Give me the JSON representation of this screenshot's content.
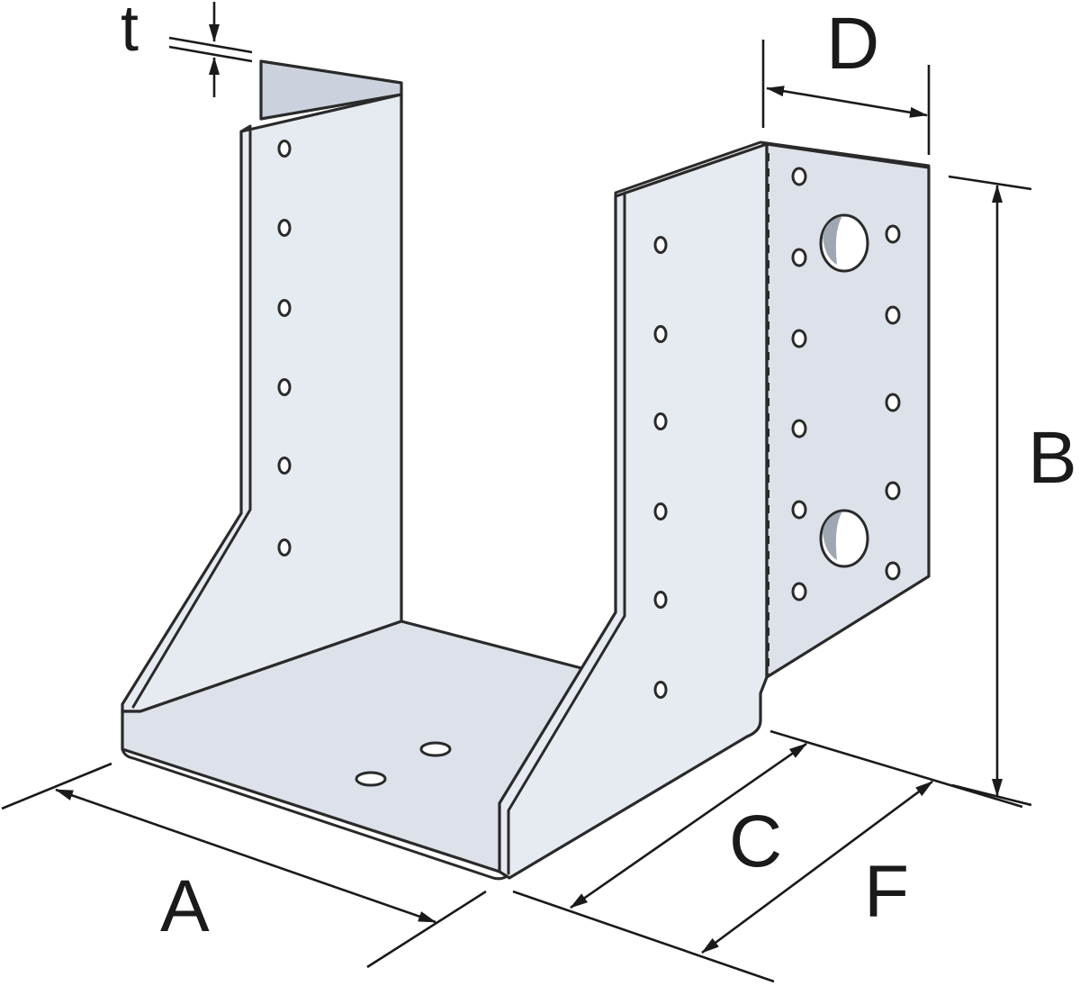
{
  "diagram": {
    "colors": {
      "plate_light": "#e6eaf1",
      "plate_mid": "#dce1ea",
      "plate_dark": "#ccd2dd",
      "edge": "#2a2a2a",
      "dimension": "#1a1a1a",
      "background": "#ffffff"
    },
    "labels": {
      "t": "t",
      "A": "A",
      "B": "B",
      "C": "C",
      "D": "D",
      "F": "F"
    }
  }
}
